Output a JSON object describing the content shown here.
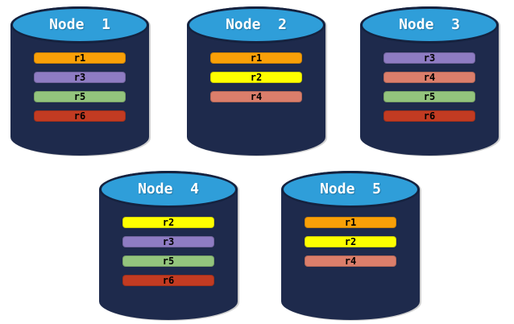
{
  "diagram": {
    "background": "#ffffff",
    "cylinder": {
      "body_color": "#1E2A4C",
      "top_color": "#2F9ED9",
      "outline_color": "#15223F"
    },
    "replica_palette": {
      "r1": "#F9A008",
      "r2": "#FEFF00",
      "r3": "#8E7CC3",
      "r4": "#DB7E6B",
      "r5": "#93C47D",
      "r6": "#C23B22"
    },
    "nodes": [
      {
        "title": "Node  1",
        "replicas": [
          {
            "label": "r1",
            "color": "#F9A008"
          },
          {
            "label": "r3",
            "color": "#8E7CC3"
          },
          {
            "label": "r5",
            "color": "#93C47D"
          },
          {
            "label": "r6",
            "color": "#C23B22"
          }
        ]
      },
      {
        "title": "Node  2",
        "replicas": [
          {
            "label": "r1",
            "color": "#F9A008"
          },
          {
            "label": "r2",
            "color": "#FEFF00"
          },
          {
            "label": "r4",
            "color": "#DB7E6B"
          }
        ]
      },
      {
        "title": "Node  3",
        "replicas": [
          {
            "label": "r3",
            "color": "#8E7CC3"
          },
          {
            "label": "r4",
            "color": "#DB7E6B"
          },
          {
            "label": "r5",
            "color": "#93C47D"
          },
          {
            "label": "r6",
            "color": "#C23B22"
          }
        ]
      },
      {
        "title": "Node  4",
        "replicas": [
          {
            "label": "r2",
            "color": "#FEFF00"
          },
          {
            "label": "r3",
            "color": "#8E7CC3"
          },
          {
            "label": "r5",
            "color": "#93C47D"
          },
          {
            "label": "r6",
            "color": "#C23B22"
          }
        ]
      },
      {
        "title": "Node  5",
        "replicas": [
          {
            "label": "r1",
            "color": "#F9A008"
          },
          {
            "label": "r2",
            "color": "#FEFF00"
          },
          {
            "label": "r4",
            "color": "#DB7E6B"
          }
        ]
      }
    ]
  }
}
